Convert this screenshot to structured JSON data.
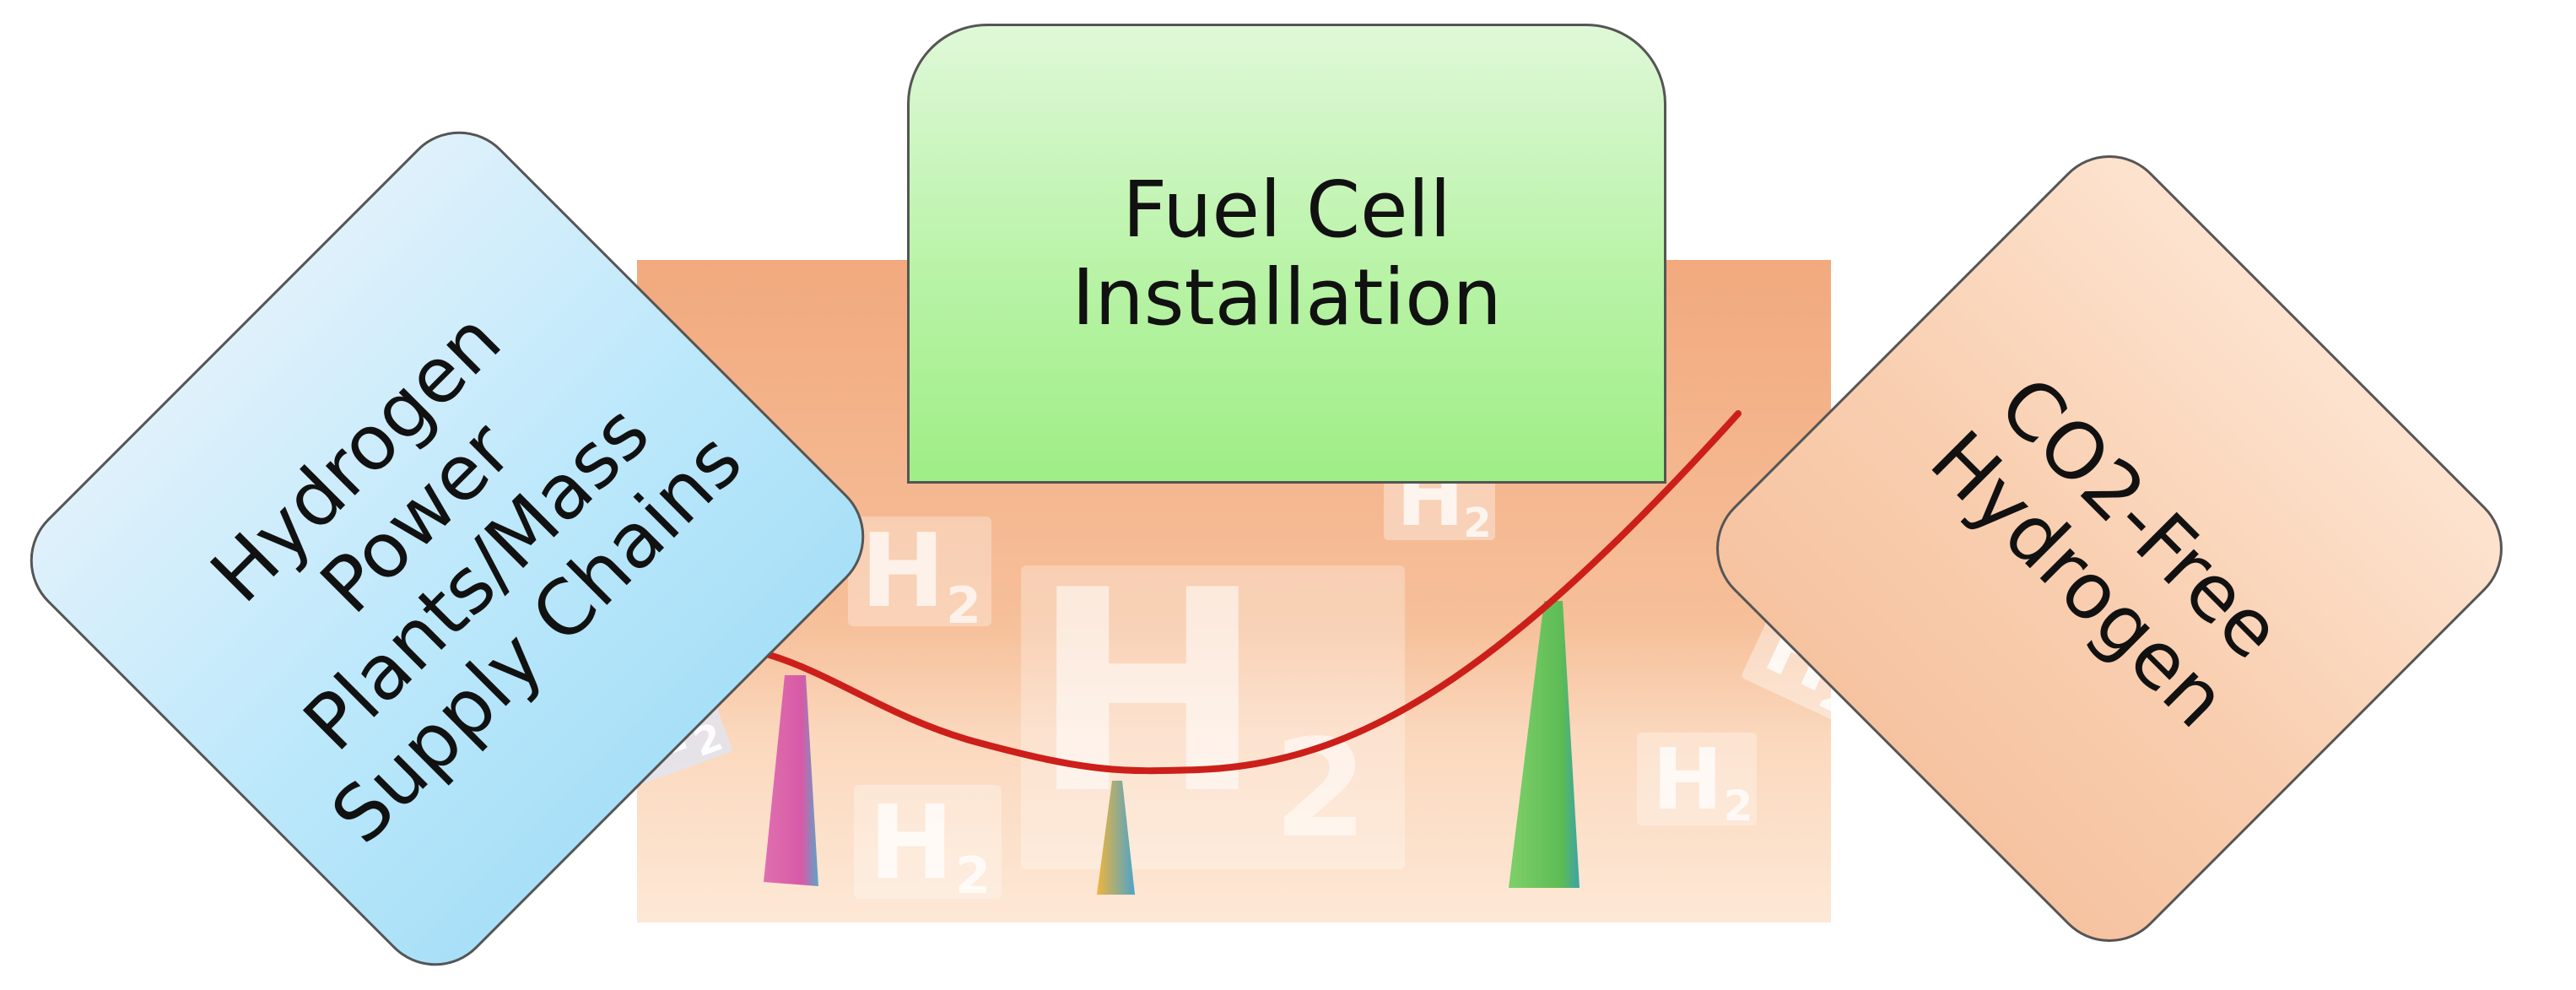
{
  "boxes": {
    "fuel_cell": "Fuel Cell\nInstallation",
    "hydrogen_power": "Hydrogen\nPower\nPlants/Mass\nSupply Chains",
    "co2_free": "CO2-Free\nHydrogen"
  },
  "tile_label": "H",
  "tile_subscript": "2",
  "colors": {
    "backdrop_top": "#f2a97e",
    "backdrop_bottom": "#fde6d1",
    "curve": "#cc1f1a",
    "fuel_cell_box": "#b8f3a6",
    "hydrogen_power_box": "#bde8fb",
    "co2_free_box": "#f9cfb1"
  }
}
